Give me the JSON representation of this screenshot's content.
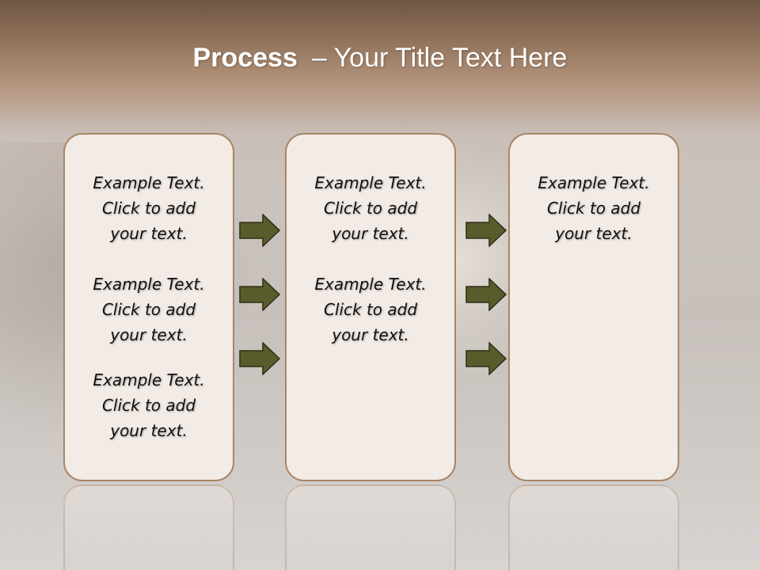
{
  "slide": {
    "title_bold": "Process",
    "title_rest": "– Your Title Text Here"
  },
  "columns": [
    {
      "blocks": [
        {
          "line1": "Example Text.",
          "line2": "Click  to add",
          "line3": "your text."
        },
        {
          "line1": "Example Text.",
          "line2": "Click  to add",
          "line3": "your text."
        },
        {
          "line1": "Example Text.",
          "line2": "Click  to add",
          "line3": "your text."
        }
      ]
    },
    {
      "blocks": [
        {
          "line1": "Example Text.",
          "line2": "Click  to add",
          "line3": "your text."
        },
        {
          "line1": "Example Text.",
          "line2": "Click  to add",
          "line3": "your text."
        }
      ]
    },
    {
      "blocks": [
        {
          "line1": "Example Text.",
          "line2": "Click  to add",
          "line3": "your text."
        }
      ]
    }
  ],
  "colors": {
    "arrow_fill": "#5a5b2c",
    "panel_border": "#a98668",
    "panel_fill": "#f2ebe6"
  }
}
